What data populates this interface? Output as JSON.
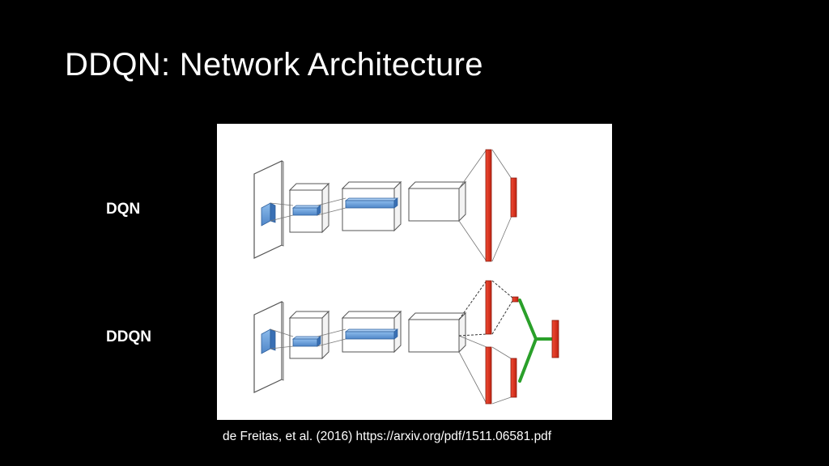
{
  "slide": {
    "title": "DDQN: Network Architecture",
    "citation": "de Freitas, et al. (2016) https://arxiv.org/pdf/1511.06581.pdf"
  },
  "rows": {
    "dqn_label": "DQN",
    "ddqn_label": "DDQN"
  },
  "colors": {
    "background": "#000000",
    "text": "#ffffff",
    "panel": "#ffffff",
    "conv_filter": "#6fa3dc",
    "dense_layer": "#e8321e",
    "aggregator": "#2aa02a",
    "outline": "#555555"
  }
}
